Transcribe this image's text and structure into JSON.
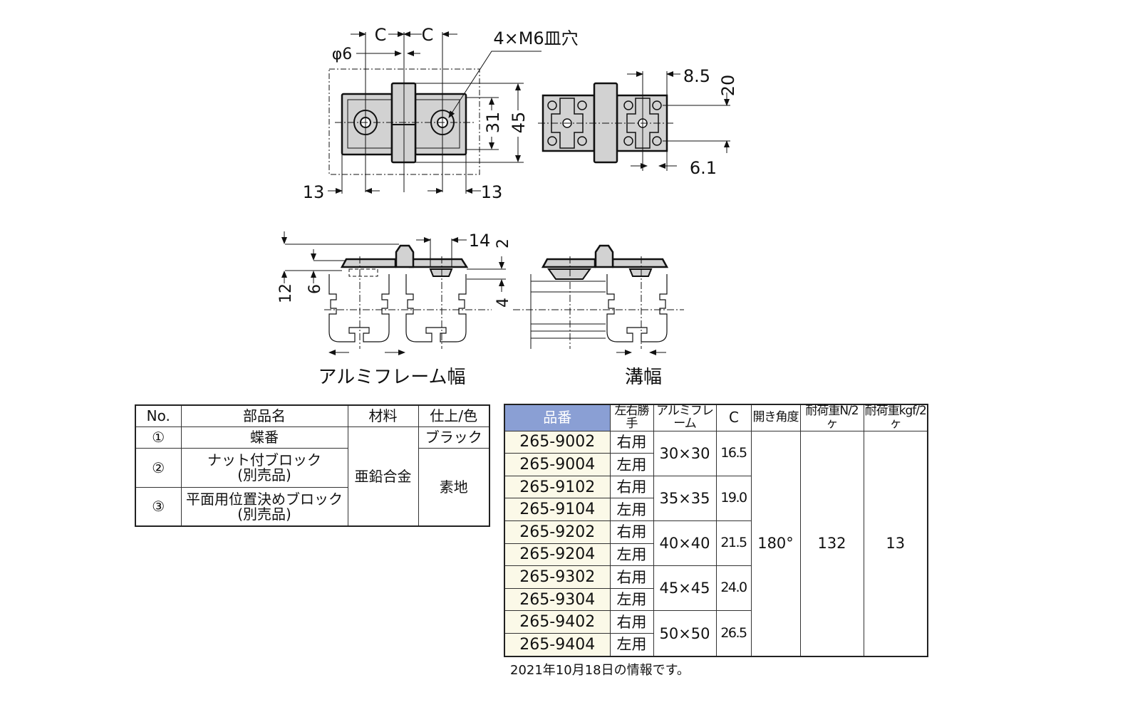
{
  "drawing": {
    "top_view": {
      "c_left": "C",
      "c_right": "C",
      "phi": "φ6",
      "hole_note": "4×M6皿穴",
      "dim_31": "31",
      "dim_45": "45",
      "dim_13_left": "13",
      "dim_13_right": "13"
    },
    "bottom_view": {
      "dim_8_5": "8.5",
      "dim_20": "20",
      "dim_6_1": "6.1"
    },
    "side_view": {
      "dim_14": "14",
      "dim_2": "2",
      "dim_12": "12",
      "dim_6": "6",
      "dim_4": "4",
      "label_frame_width": "アルミフレーム幅",
      "label_groove_width": "溝幅"
    }
  },
  "parts_table": {
    "headers": [
      "No.",
      "部品名",
      "材料",
      "仕上/色"
    ],
    "rows": [
      {
        "no": "①",
        "name": "蝶番",
        "name2": ""
      },
      {
        "no": "②",
        "name": "ナット付ブロック",
        "name2": "(別売品)"
      },
      {
        "no": "③",
        "name": "平面用位置決めブロック",
        "name2": "(別売品)"
      }
    ],
    "material": "亜鉛合金",
    "finish_1": "ブラック",
    "finish_23": "素地"
  },
  "spec_table": {
    "headers": [
      "品番",
      "左右勝手",
      "アルミフレーム",
      "C",
      "開き角度",
      "耐荷重N/2ヶ",
      "耐荷重kgf/2ヶ"
    ],
    "rows": [
      {
        "pn": "265-9002",
        "hand": "右用"
      },
      {
        "pn": "265-9004",
        "hand": "左用"
      },
      {
        "pn": "265-9102",
        "hand": "右用"
      },
      {
        "pn": "265-9104",
        "hand": "左用"
      },
      {
        "pn": "265-9202",
        "hand": "右用"
      },
      {
        "pn": "265-9204",
        "hand": "左用"
      },
      {
        "pn": "265-9302",
        "hand": "右用"
      },
      {
        "pn": "265-9304",
        "hand": "左用"
      },
      {
        "pn": "265-9402",
        "hand": "右用"
      },
      {
        "pn": "265-9404",
        "hand": "左用"
      }
    ],
    "groups": [
      {
        "frame": "30×30",
        "c": "16.5"
      },
      {
        "frame": "35×35",
        "c": "19.0"
      },
      {
        "frame": "40×40",
        "c": "21.5"
      },
      {
        "frame": "45×45",
        "c": "24.0"
      },
      {
        "frame": "50×50",
        "c": "26.5"
      }
    ],
    "angle": "180°",
    "load_n": "132",
    "load_kgf": "13",
    "header_color": "#8a9fd4",
    "pn_cell_color": "#fbf9e8"
  },
  "note": "2021年10月18日の情報です。"
}
